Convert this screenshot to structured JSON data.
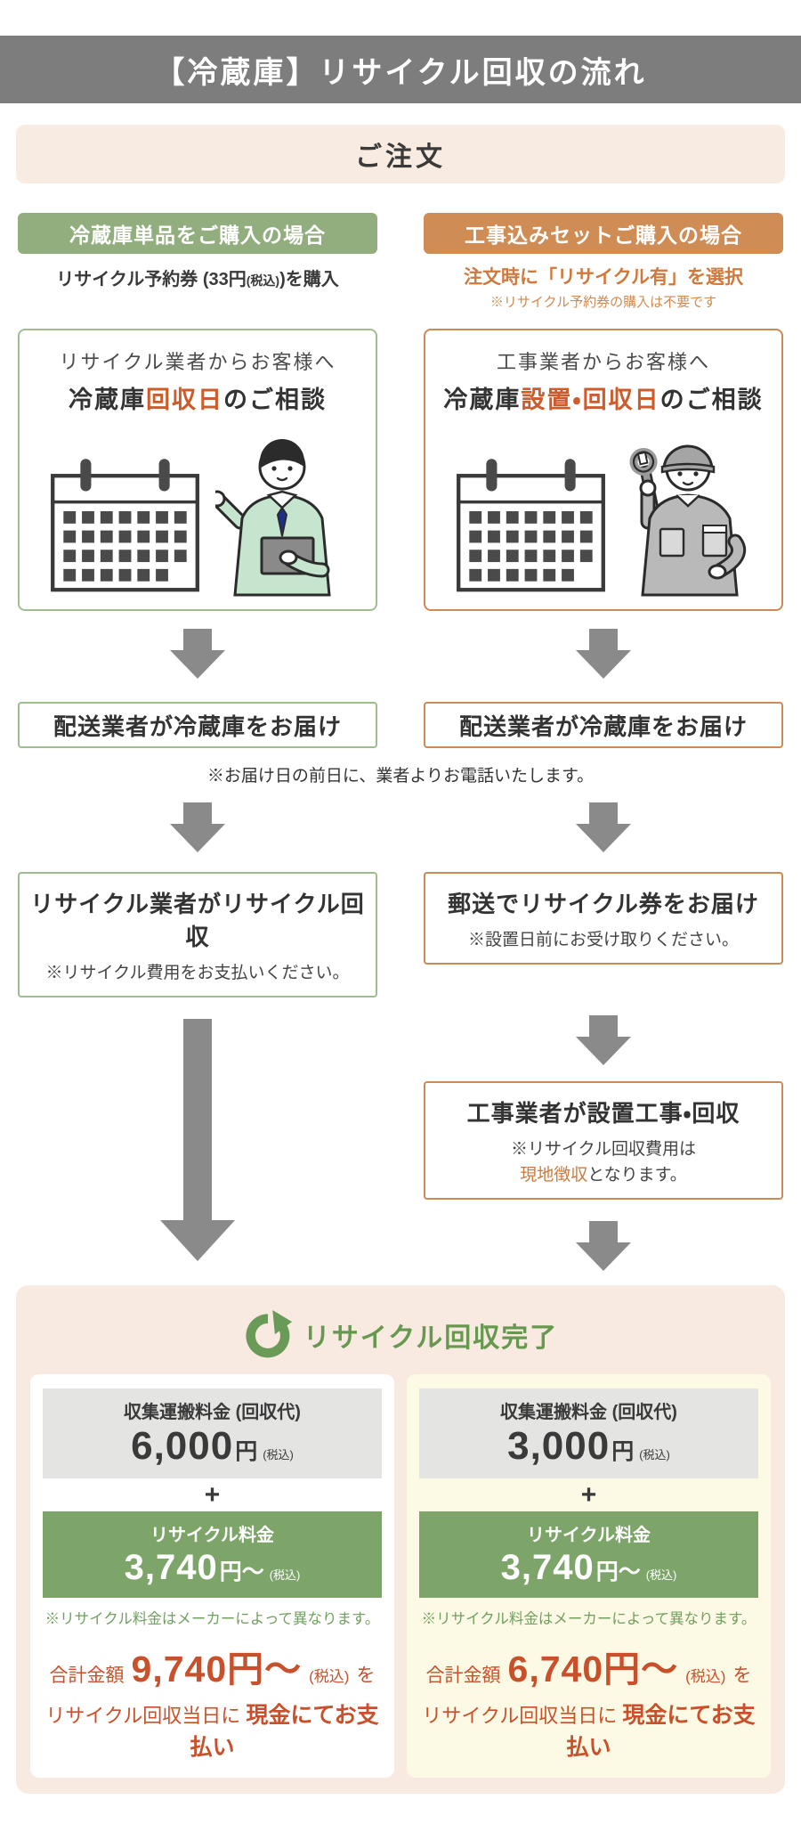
{
  "colors": {
    "title_bar_gray": "#7d7d7d",
    "beige_panel": "#f8ece2",
    "green_accent": "#92ae7f",
    "orange_accent": "#cf8c55",
    "highlight_orange_text": "#cc5c2b",
    "arrow_gray": "#8a8a8a",
    "completion_bg": "#f9eae1",
    "completion_green_text": "#66994f",
    "fee_green_bg": "#7da569",
    "fee_gray_bg": "#e4e4e2",
    "total_red_orange": "#c8502a",
    "pale_yellow_card": "#fcfae5"
  },
  "header": {
    "title": "【冷蔵庫】リサイクル回収の流れ"
  },
  "order": {
    "label": "ご注文"
  },
  "flow": {
    "left": {
      "header": "冷蔵庫単品をご購入の場合",
      "purchase_note": {
        "pre": "リサイクル予約券 (33円",
        "small": "(税込)",
        "post": ")を購入"
      },
      "consult_card": {
        "line1": "リサイクル業者からお客様へ",
        "line2_pre": "冷蔵庫",
        "line2_highlight": "回収日",
        "line2_post": "のご相談"
      },
      "delivery_box": "配送業者が冷蔵庫をお届け",
      "recycle_box": {
        "title": "リサイクル業者がリサイクル回収",
        "note": "※リサイクル費用をお支払いください。"
      }
    },
    "right": {
      "header": "工事込みセットご購入の場合",
      "select_note": "注文時に「リサイクル有」を選択",
      "select_subnote": "※リサイクル予約券の購入は不要です",
      "consult_card": {
        "line1": "工事業者からお客様へ",
        "line2_pre": "冷蔵庫",
        "line2_highlight": "設置・回収日",
        "line2_post": "のご相談"
      },
      "delivery_box": "配送業者が冷蔵庫をお届け",
      "ticket_box": {
        "title": "郵送でリサイクル券をお届け",
        "note": "※設置日前にお受け取りください。"
      },
      "install_box": {
        "title": "工事業者が設置工事・回収",
        "note_line1": "※リサイクル回収費用は",
        "note_highlight": "現地徴収",
        "note_post": "となります。"
      }
    },
    "delivery_phone_note": "※お届け日の前日に、業者よりお電話いたします。"
  },
  "completion": {
    "title": "リサイクル回収完了",
    "cards": [
      {
        "transport_label": "収集運搬料金 (回収代)",
        "transport_price": "6,000",
        "transport_unit": "円",
        "transport_tax": "(税込)",
        "plus": "+",
        "recycle_label": "リサイクル料金",
        "recycle_price": "3,740",
        "recycle_unit": "円〜",
        "recycle_tax": "(税込)",
        "maker_note": "※リサイクル料金はメーカーによって異なります。",
        "total_label": "合計金額",
        "total_price": "9,740円〜",
        "total_tax": "(税込)",
        "total_suffix": "を",
        "total_line2_pre": "リサイクル回収当日に ",
        "total_line2_bold": "現金にてお支払い"
      },
      {
        "transport_label": "収集運搬料金 (回収代)",
        "transport_price": "3,000",
        "transport_unit": "円",
        "transport_tax": "(税込)",
        "plus": "+",
        "recycle_label": "リサイクル料金",
        "recycle_price": "3,740",
        "recycle_unit": "円〜",
        "recycle_tax": "(税込)",
        "maker_note": "※リサイクル料金はメーカーによって異なります。",
        "total_label": "合計金額",
        "total_price": "6,740円〜",
        "total_tax": "(税込)",
        "total_suffix": "を",
        "total_line2_pre": "リサイクル回収当日に ",
        "total_line2_bold": "現金にてお支払い"
      }
    ]
  }
}
